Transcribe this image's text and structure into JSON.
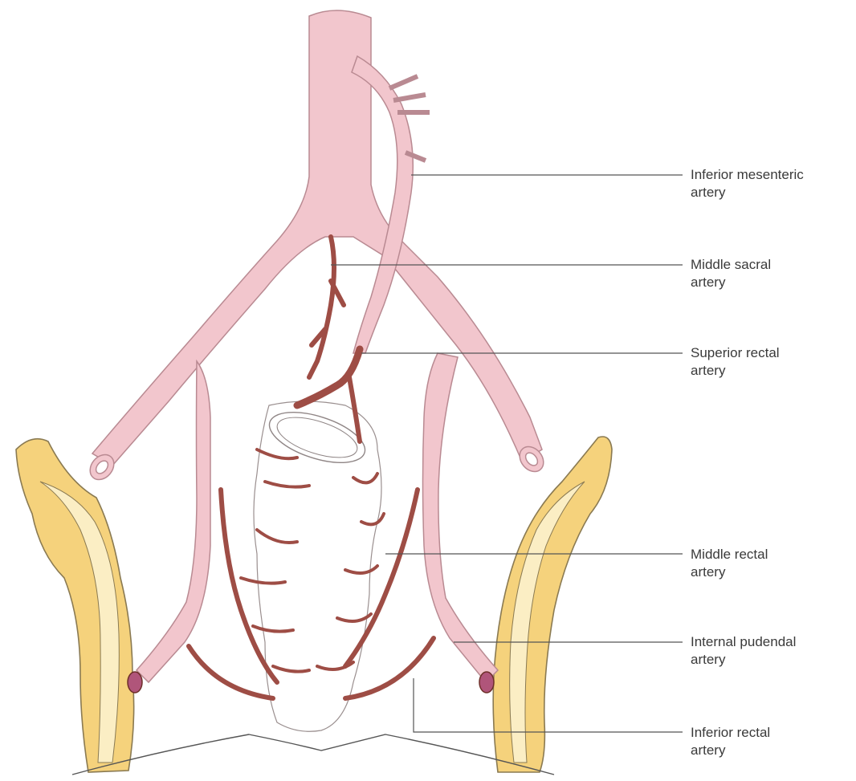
{
  "colors": {
    "artery": "#f2c6cd",
    "artery_edge": "#b98a92",
    "rectal_vessel": "#9e4d45",
    "rectal_vessel_edge": "#6e2f29",
    "bone": "#f5d27c",
    "bone_light": "#fbeec4",
    "bone_edge": "#8a7a52",
    "leader_line": "#555555",
    "label_text": "#3a3a3a"
  },
  "labels": [
    {
      "id": "inferior-mesenteric-artery",
      "line1": "Inferior mesenteric",
      "line2": "artery"
    },
    {
      "id": "middle-sacral-artery",
      "line1": "Middle sacral",
      "line2": "artery"
    },
    {
      "id": "superior-rectal-artery",
      "line1": "Superior rectal",
      "line2": "artery"
    },
    {
      "id": "middle-rectal-artery",
      "line1": "Middle rectal",
      "line2": "artery"
    },
    {
      "id": "internal-pudendal-artery",
      "line1": "Internal pudendal",
      "line2": "artery"
    },
    {
      "id": "inferior-rectal-artery",
      "line1": "Inferior rectal",
      "line2": "artery"
    }
  ]
}
